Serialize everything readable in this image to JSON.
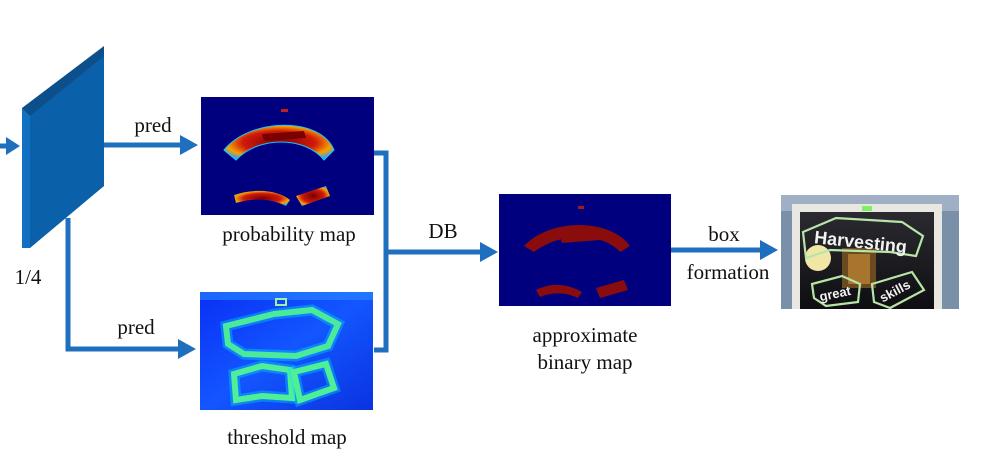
{
  "labels": {
    "scale": "1/4",
    "pred_top": "pred",
    "pred_bottom": "pred",
    "probability_map": "probability map",
    "threshold_map": "threshold map",
    "db": "DB",
    "approx_line1": "approximate",
    "approx_line2": "binary map",
    "box_line1": "box",
    "box_line2": "formation"
  },
  "photo": {
    "words": [
      "Harvesting",
      "great",
      "skills"
    ]
  },
  "colors": {
    "arrow": "#1f6fbf",
    "feature_front": "#0a5fa8",
    "feature_side": "#0d4f8a",
    "heatmap_bg": "#00007f",
    "text_region_red": "#8a0c0c",
    "threshold_bg": "#0c3df0",
    "threshold_ring": "#7cf35e",
    "box_outline": "#b6e6a6"
  }
}
